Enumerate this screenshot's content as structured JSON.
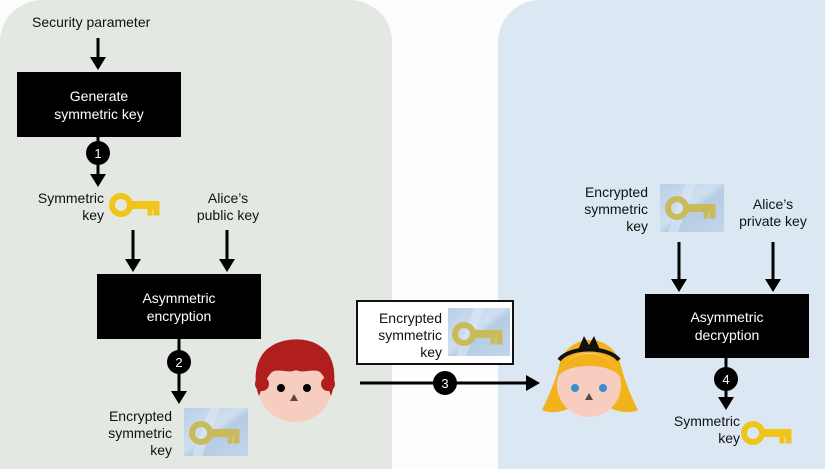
{
  "diagram": {
    "sender_panel": {
      "input_label": "Security parameter",
      "generate_box": [
        "Generate",
        "symmetric key"
      ],
      "symmetric_key_label": [
        "Symmetric",
        "key"
      ],
      "public_key_label": [
        "Alice’s",
        "public key"
      ],
      "encrypt_box": [
        "Asymmetric",
        "encryption"
      ],
      "encrypted_key_label": [
        "Encrypted",
        "symmetric",
        "key"
      ],
      "character": "Bob"
    },
    "transfer": {
      "message_label": [
        "Encrypted",
        "symmetric",
        "key"
      ],
      "step": "3"
    },
    "receiver_panel": {
      "encrypted_key_label": [
        "Encrypted",
        "symmetric",
        "key"
      ],
      "private_key_label": [
        "Alice’s",
        "private key"
      ],
      "decrypt_box": [
        "Asymmetric",
        "decryption"
      ],
      "symmetric_key_label": [
        "Symmetric",
        "key"
      ],
      "character": "Alice"
    },
    "steps": [
      "1",
      "2",
      "3",
      "4"
    ],
    "colors": {
      "sender_bg": "#e4e8e3",
      "receiver_bg": "#dce7f4",
      "key": "#f0c419",
      "encrypted_key": "#c9bb5a",
      "bob_hair": "#b01e1e",
      "alice_hair": "#f2b21c",
      "skin": "#f7cdbf",
      "alice_eyes": "#3a8fd0"
    }
  }
}
